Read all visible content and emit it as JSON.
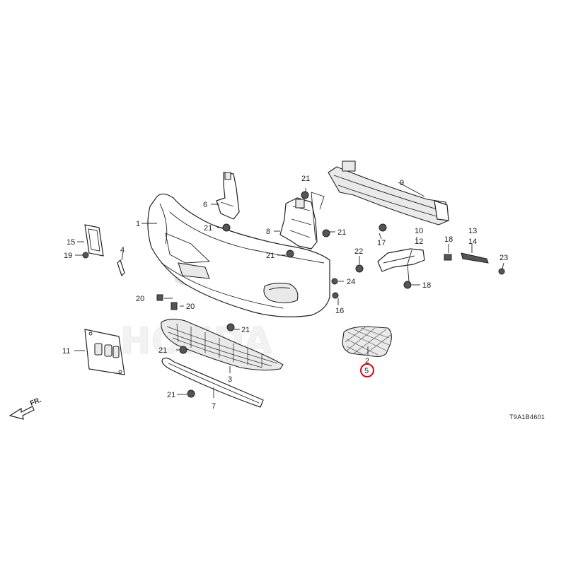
{
  "callouts": {
    "c1": "1",
    "c2": "2",
    "c3": "3",
    "c4": "4",
    "c5": "5",
    "c6": "6",
    "c7": "7",
    "c8": "8",
    "c9": "9",
    "c10": "10",
    "c11": "11",
    "c12": "12",
    "c13": "13",
    "c14": "14",
    "c15": "15",
    "c16": "16",
    "c17": "17",
    "c18": "18",
    "c19": "19",
    "c20a": "20",
    "c20b": "20",
    "c21a": "21",
    "c21b": "21",
    "c21c": "21",
    "c21d": "21",
    "c21e": "21",
    "c21f": "21",
    "c21g": "21",
    "c22": "22",
    "c23": "23",
    "c24": "24"
  },
  "direction_label": "FR.",
  "diagram_code": "T9A1B4601",
  "watermark": "HONDA",
  "highlight_color": "#e0001a"
}
